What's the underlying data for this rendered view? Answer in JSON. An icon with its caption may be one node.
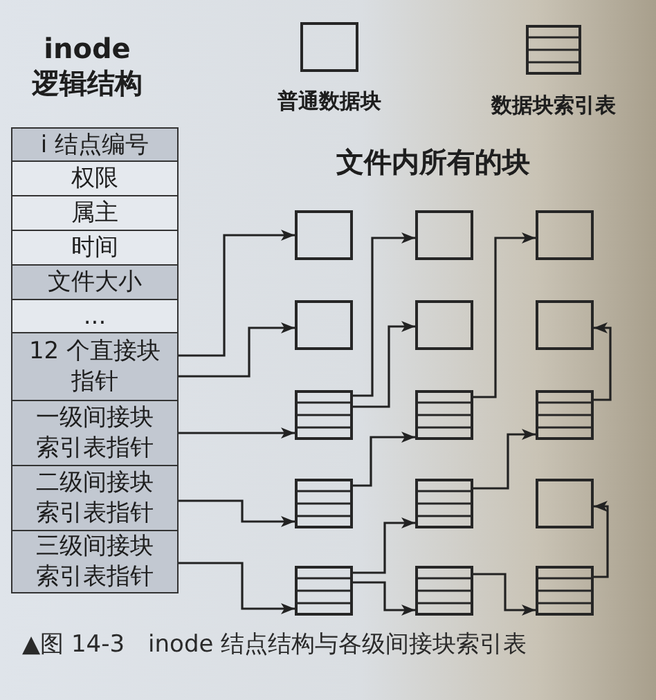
{
  "diagram": {
    "caption": "▲图 14-3　inode 结点结构与各级间接块索引表",
    "nodes": [
      {
        "text": [
          "i 结点编号"
        ]
      },
      {
        "text": [
          "权限"
        ]
      },
      {
        "text": [
          "属主"
        ]
      },
      {
        "text": [
          "时间"
        ]
      },
      {
        "text": [
          "文件大小"
        ]
      },
      {
        "text": [
          "..."
        ]
      },
      {
        "text": [
          "12 个直接块指针"
        ]
      },
      {
        "text": [
          "一级间接块索引表指针"
        ]
      },
      {
        "text": [
          "二级间接块索引表指针"
        ]
      },
      {
        "text": [
          "三级间接块索引表指针"
        ]
      },
      {
        "text": [],
        "shape": "box"
      },
      {
        "text": [],
        "shape": "box"
      },
      {
        "text": [],
        "shape": "box"
      },
      {
        "text": [],
        "shape": "box"
      },
      {
        "text": [],
        "shape": "box"
      },
      {
        "text": [],
        "shape": "box"
      },
      {
        "text": [],
        "shape": "table"
      },
      {
        "text": [],
        "shape": "table"
      },
      {
        "text": [],
        "shape": "table"
      },
      {
        "text": [],
        "shape": "table"
      },
      {
        "text": [],
        "shape": "table"
      },
      {
        "text": [],
        "shape": "box"
      },
      {
        "text": [],
        "shape": "table"
      },
      {
        "text": [],
        "shape": "table"
      },
      {
        "text": [],
        "shape": "table"
      }
    ],
    "edges": [
      {
        "from": 6,
        "to": 10,
        "arrow": "to"
      },
      {
        "from": 6,
        "to": 13,
        "arrow": "to"
      },
      {
        "from": 7,
        "to": 16,
        "arrow": "to"
      },
      {
        "from": 8,
        "to": 19,
        "arrow": "to"
      },
      {
        "from": 9,
        "to": 22,
        "arrow": "to"
      },
      {
        "from": 16,
        "to": 11,
        "arrow": "to"
      },
      {
        "from": 16,
        "to": 14,
        "arrow": "to"
      },
      {
        "from": 19,
        "to": 17,
        "arrow": "to"
      },
      {
        "from": 22,
        "to": 20,
        "arrow": "to"
      },
      {
        "from": 22,
        "to": 23,
        "arrow": "to"
      },
      {
        "from": 17,
        "to": 12,
        "arrow": "to"
      },
      {
        "from": 20,
        "to": 18,
        "arrow": "to"
      },
      {
        "from": 23,
        "to": 24,
        "arrow": "to"
      },
      {
        "from": 24,
        "to": 21,
        "arrow": "to"
      },
      {
        "from": 18,
        "to": 15,
        "arrow": "to"
      }
    ],
    "labels": [
      "inode 逻辑结构",
      "文件内所有的块"
    ],
    "legend": [
      {
        "text": "普通数据块"
      },
      {
        "text": "数据块索引表"
      }
    ]
  }
}
